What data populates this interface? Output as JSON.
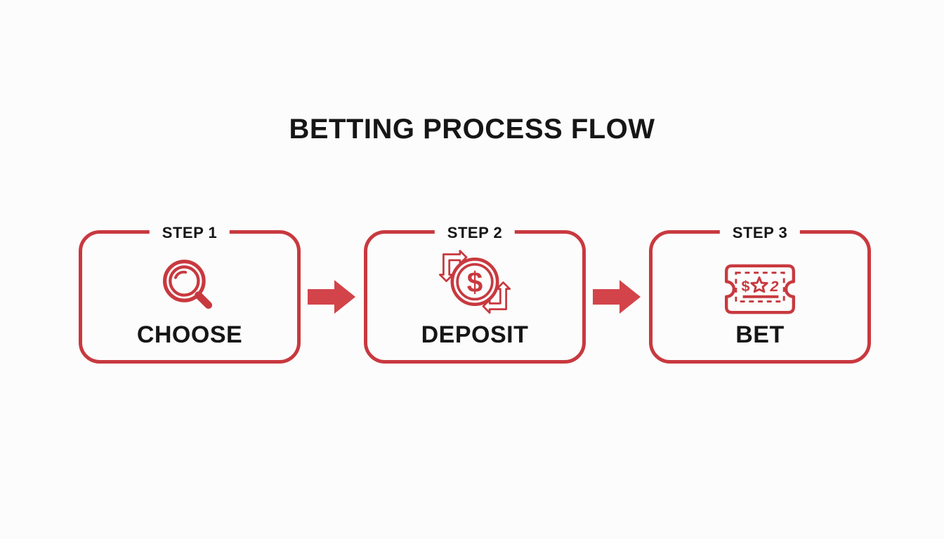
{
  "title": "BETTING PROCESS FLOW",
  "colors": {
    "accent": "#C8393F",
    "arrow": "#D2444A",
    "text": "#161616",
    "background": "#FCFCFC"
  },
  "steps": [
    {
      "label": "STEP 1",
      "name": "CHOOSE",
      "icon": "magnifying-glass"
    },
    {
      "label": "STEP 2",
      "name": "DEPOSIT",
      "icon": "money-transfer-coin"
    },
    {
      "label": "STEP 3",
      "name": "BET",
      "icon": "bet-ticket"
    }
  ],
  "icon_text": {
    "coin_dollar": "$",
    "ticket_dollar": "$",
    "ticket_number": "2"
  }
}
